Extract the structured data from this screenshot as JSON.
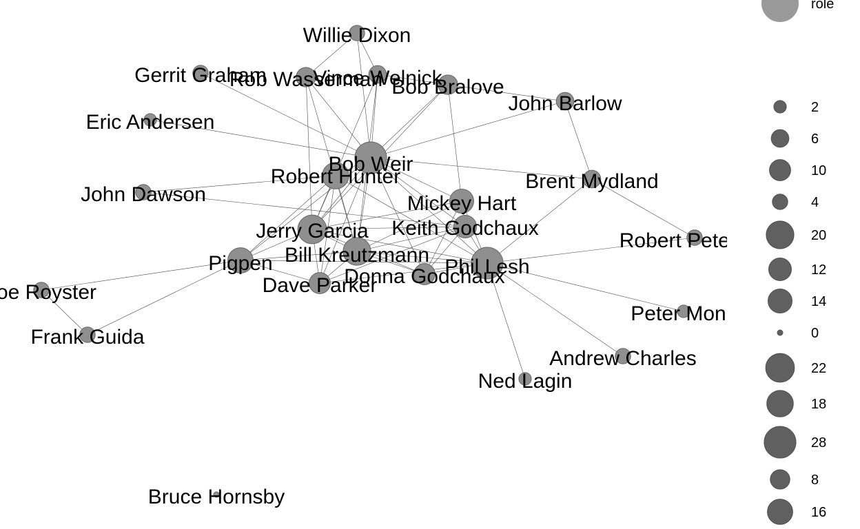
{
  "colors": {
    "node_fill": "#8f8f8f",
    "node_stroke": "#666666",
    "edge": "#4a4a4a",
    "legend_key": "#606060"
  },
  "legend": {
    "title": "role",
    "keys": [
      "2",
      "6",
      "10",
      "4",
      "20",
      "12",
      "14",
      "0",
      "22",
      "18",
      "28",
      "8",
      "16"
    ]
  },
  "network": {
    "nodes": [
      {
        "id": "bob_weir",
        "label": "Bob Weir",
        "size": 28
      },
      {
        "id": "robert_hunter",
        "label": "Robert Hunter",
        "size": 18
      },
      {
        "id": "jerry_garcia",
        "label": "Jerry Garcia",
        "size": 22
      },
      {
        "id": "phil_lesh",
        "label": "Phil Lesh",
        "size": 28
      },
      {
        "id": "bill_kreutzmann",
        "label": "Bill Kreutzmann",
        "size": 20
      },
      {
        "id": "mickey_hart",
        "label": "Mickey Hart",
        "size": 14
      },
      {
        "id": "keith_godchaux",
        "label": "Keith Godchaux",
        "size": 12
      },
      {
        "id": "donna_godchaux",
        "label": "Donna Godchaux",
        "size": 10
      },
      {
        "id": "pigpen",
        "label": "Pigpen",
        "size": 16
      },
      {
        "id": "dave_parker",
        "label": "Dave Parker",
        "size": 10
      },
      {
        "id": "brent_mydland",
        "label": "Brent Mydland",
        "size": 6
      },
      {
        "id": "john_barlow",
        "label": "John Barlow",
        "size": 6
      },
      {
        "id": "vince_welnick",
        "label": "Vince Welnick",
        "size": 6
      },
      {
        "id": "bob_bralove",
        "label": "Bob Bralove",
        "size": 8
      },
      {
        "id": "rob_wasserman",
        "label": "Rob Wasserman",
        "size": 8
      },
      {
        "id": "willie_dixon",
        "label": "Willie Dixon",
        "size": 4
      },
      {
        "id": "gerrit_graham",
        "label": "Gerrit Graham",
        "size": 4
      },
      {
        "id": "eric_andersen",
        "label": "Eric Andersen",
        "size": 2
      },
      {
        "id": "john_dawson",
        "label": "John Dawson",
        "size": 4
      },
      {
        "id": "robert_petersen",
        "label": "Robert Petersen",
        "size": 4
      },
      {
        "id": "peter_monk",
        "label": "Peter Monk",
        "size": 2
      },
      {
        "id": "andrew_charles",
        "label": "Andrew Charles",
        "size": 4
      },
      {
        "id": "ned_lagin",
        "label": "Ned Lagin",
        "size": 2
      },
      {
        "id": "frank_guida",
        "label": "Frank Guida",
        "size": 4
      },
      {
        "id": "joe_royster",
        "label": "Joe Royster",
        "size": 4
      },
      {
        "id": "bruce_hornsby",
        "label": "Bruce Hornsby",
        "size": 0
      }
    ],
    "edges": [
      [
        "bob_weir",
        "willie_dixon"
      ],
      [
        "bob_weir",
        "gerrit_graham"
      ],
      [
        "bob_weir",
        "rob_wasserman"
      ],
      [
        "bob_weir",
        "vince_welnick"
      ],
      [
        "bob_weir",
        "bob_bralove"
      ],
      [
        "bob_weir",
        "john_barlow"
      ],
      [
        "bob_weir",
        "eric_andersen"
      ],
      [
        "bob_weir",
        "brent_mydland"
      ],
      [
        "bob_weir",
        "robert_hunter"
      ],
      [
        "bob_weir",
        "jerry_garcia"
      ],
      [
        "bob_weir",
        "bill_kreutzmann"
      ],
      [
        "bob_weir",
        "mickey_hart"
      ],
      [
        "bob_weir",
        "keith_godchaux"
      ],
      [
        "bob_weir",
        "donna_godchaux"
      ],
      [
        "bob_weir",
        "phil_lesh"
      ],
      [
        "bob_weir",
        "pigpen"
      ],
      [
        "bob_weir",
        "dave_parker"
      ],
      [
        "willie_dixon",
        "rob_wasserman"
      ],
      [
        "willie_dixon",
        "vince_welnick"
      ],
      [
        "rob_wasserman",
        "jerry_garcia"
      ],
      [
        "rob_wasserman",
        "bill_kreutzmann"
      ],
      [
        "vince_welnick",
        "bill_kreutzmann"
      ],
      [
        "vince_welnick",
        "jerry_garcia"
      ],
      [
        "vince_welnick",
        "bob_bralove"
      ],
      [
        "bob_bralove",
        "mickey_hart"
      ],
      [
        "bob_bralove",
        "jerry_garcia"
      ],
      [
        "bob_bralove",
        "john_barlow"
      ],
      [
        "john_barlow",
        "brent_mydland"
      ],
      [
        "brent_mydland",
        "phil_lesh"
      ],
      [
        "brent_mydland",
        "robert_petersen"
      ],
      [
        "robert_hunter",
        "john_dawson"
      ],
      [
        "robert_hunter",
        "jerry_garcia"
      ],
      [
        "robert_hunter",
        "pigpen"
      ],
      [
        "robert_hunter",
        "bill_kreutzmann"
      ],
      [
        "robert_hunter",
        "phil_lesh"
      ],
      [
        "robert_hunter",
        "dave_parker"
      ],
      [
        "john_dawson",
        "keith_godchaux"
      ],
      [
        "jerry_garcia",
        "pigpen"
      ],
      [
        "jerry_garcia",
        "bill_kreutzmann"
      ],
      [
        "jerry_garcia",
        "mickey_hart"
      ],
      [
        "jerry_garcia",
        "keith_godchaux"
      ],
      [
        "jerry_garcia",
        "phil_lesh"
      ],
      [
        "jerry_garcia",
        "donna_godchaux"
      ],
      [
        "jerry_garcia",
        "dave_parker"
      ],
      [
        "bill_kreutzmann",
        "mickey_hart"
      ],
      [
        "bill_kreutzmann",
        "keith_godchaux"
      ],
      [
        "bill_kreutzmann",
        "phil_lesh"
      ],
      [
        "bill_kreutzmann",
        "donna_godchaux"
      ],
      [
        "bill_kreutzmann",
        "pigpen"
      ],
      [
        "bill_kreutzmann",
        "dave_parker"
      ],
      [
        "mickey_hart",
        "phil_lesh"
      ],
      [
        "mickey_hart",
        "keith_godchaux"
      ],
      [
        "mickey_hart",
        "donna_godchaux"
      ],
      [
        "keith_godchaux",
        "phil_lesh"
      ],
      [
        "keith_godchaux",
        "donna_godchaux"
      ],
      [
        "keith_godchaux",
        "dave_parker"
      ],
      [
        "donna_godchaux",
        "phil_lesh"
      ],
      [
        "pigpen",
        "phil_lesh"
      ],
      [
        "pigpen",
        "dave_parker"
      ],
      [
        "pigpen",
        "joe_royster"
      ],
      [
        "pigpen",
        "frank_guida"
      ],
      [
        "joe_royster",
        "frank_guida"
      ],
      [
        "phil_lesh",
        "robert_petersen"
      ],
      [
        "phil_lesh",
        "peter_monk"
      ],
      [
        "phil_lesh",
        "andrew_charles"
      ],
      [
        "phil_lesh",
        "ned_lagin"
      ],
      [
        "phil_lesh",
        "dave_parker"
      ]
    ]
  }
}
